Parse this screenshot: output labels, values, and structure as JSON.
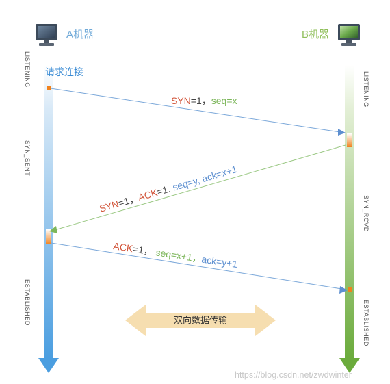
{
  "machines": {
    "a": {
      "label": "A机器",
      "color": "#6fa9d8"
    },
    "b": {
      "label": "B机器",
      "color": "#8fbf5a"
    }
  },
  "request_label": "请求连接",
  "states": {
    "a": [
      "LISTENING",
      "SYN_SENT",
      "ESTABLISHED"
    ],
    "b": [
      "LISTENING",
      "SYN_RCVD",
      "ESTABLISHED"
    ]
  },
  "messages": [
    {
      "syn": "SYN",
      "eq1": "=1，",
      "seq": "seq=x"
    },
    {
      "syn": "SYN",
      "eq1": "=1，",
      "ack": "ACK",
      "eq2": "=1,",
      "seq": "seq=y,",
      "ackno": "ack=x+1"
    },
    {
      "ack": "ACK",
      "eq1": "=1，",
      "seq": "seq=x+1，",
      "ackno": "ack=y+1"
    }
  ],
  "transfer_label": "双向数据传输",
  "colors": {
    "flag": "#d2553a",
    "seq": "#7cb65a",
    "ack_no": "#5d8fd0",
    "marker": "#f0821e",
    "transfer": "#f6deb0"
  },
  "icons": [
    "computer-icon",
    "computer-icon"
  ],
  "watermark": "https://blog.csdn.net/zwdwinter"
}
